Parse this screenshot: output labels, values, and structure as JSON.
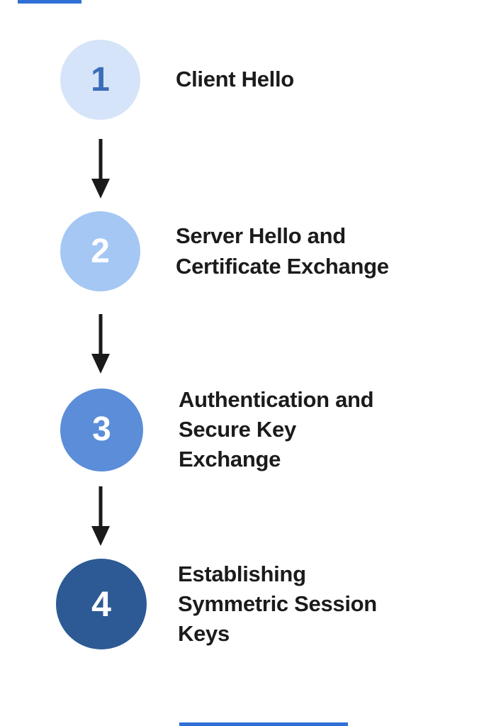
{
  "diagram": {
    "type": "vertical-step-flow",
    "steps": [
      {
        "number": "1",
        "label": "Client Hello",
        "circle_color": "#d6e4f9",
        "number_color": "#3a6db8"
      },
      {
        "number": "2",
        "label": "Server Hello and\nCertificate Exchange",
        "circle_color": "#a5c7f4",
        "number_color": "#ffffff"
      },
      {
        "number": "3",
        "label": "Authentication and\nSecure Key\nExchange",
        "circle_color": "#5b8dd8",
        "number_color": "#ffffff"
      },
      {
        "number": "4",
        "label": "Establishing\nSymmetric Session\nKeys",
        "circle_color": "#2d5a94",
        "number_color": "#ffffff"
      }
    ],
    "colors": {
      "arrow": "#1a1a1a",
      "text": "#1b1b1b",
      "accent_line": "#2f6fd6",
      "background": "#ffffff"
    }
  }
}
